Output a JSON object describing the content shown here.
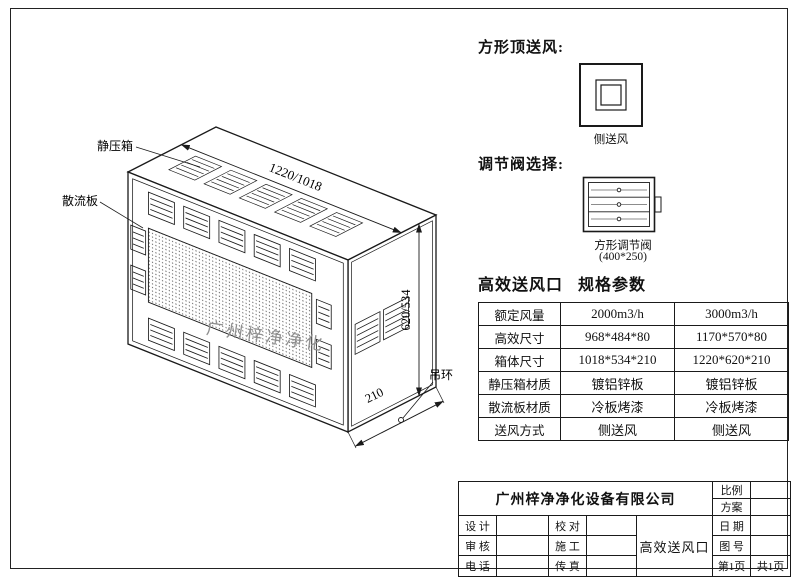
{
  "drawing": {
    "watermark": "广州梓净净化",
    "labels": {
      "plenum": "静压箱",
      "diffuser": "散流板",
      "ring": "吊环"
    },
    "dims": {
      "width": "1220/1018",
      "height": "620/534",
      "depth": "210"
    }
  },
  "right_panel": {
    "supply_heading": "方形顶送风:",
    "supply_caption": "侧送风",
    "valve_heading": "调节阀选择:",
    "valve_name": "方形调节阀",
    "valve_size": "(400*250)",
    "specs_heading": "高效送风口 规格参数"
  },
  "specs_table": {
    "rows": [
      {
        "label": "额定风量",
        "v1": "2000m3/h",
        "v2": "3000m3/h"
      },
      {
        "label": "高效尺寸",
        "v1": "968*484*80",
        "v2": "1170*570*80"
      },
      {
        "label": "箱体尺寸",
        "v1": "1018*534*210",
        "v2": "1220*620*210"
      },
      {
        "label": "静压箱材质",
        "v1": "镀铝锌板",
        "v2": "镀铝锌板"
      },
      {
        "label": "散流板材质",
        "v1": "冷板烤漆",
        "v2": "冷板烤漆"
      },
      {
        "label": "送风方式",
        "v1": "侧送风",
        "v2": "侧送风"
      }
    ]
  },
  "title_block": {
    "company": "广州梓净净化设备有限公司",
    "scale": "比例",
    "plan": "方案",
    "design": "设 计",
    "proof": "校 对",
    "date": "日 期",
    "review": "审 核",
    "construction": "施 工",
    "drawing_no": "图 号",
    "phone": "电 话",
    "fax": "传 真",
    "title": "高效送风口",
    "page": "第1页",
    "pages": "共1页"
  }
}
